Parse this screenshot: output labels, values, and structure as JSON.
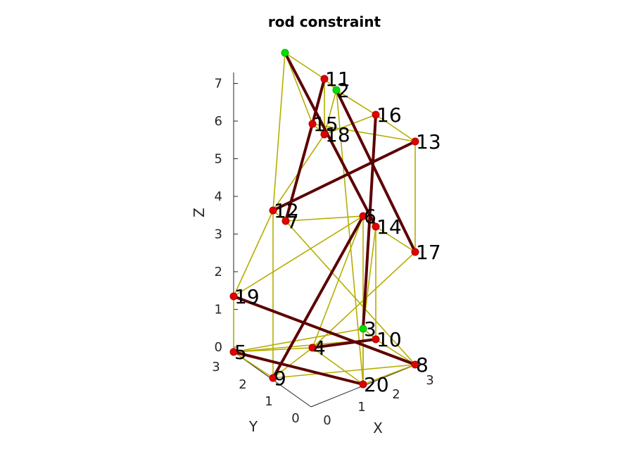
{
  "chart_data": {
    "type": "3d-network",
    "title": "rod constraint",
    "xlabel": "X",
    "ylabel": "Y",
    "zlabel": "Z",
    "x_ticks": [
      "0",
      "1",
      "2",
      "3"
    ],
    "y_ticks": [
      "0",
      "1",
      "2",
      "3"
    ],
    "z_ticks": [
      "0",
      "1",
      "2",
      "3",
      "4",
      "5",
      "6",
      "7"
    ],
    "colors": {
      "string": "#b5ae00",
      "rod": "#5c0000",
      "fixed_node": "#00e000",
      "free_node": "#e00000"
    },
    "nodes": [
      {
        "id": "1",
        "label": "",
        "fixed": true
      },
      {
        "id": "2",
        "label": "2",
        "fixed": true
      },
      {
        "id": "3",
        "label": "3",
        "fixed": true
      },
      {
        "id": "4",
        "label": "4",
        "fixed": false
      },
      {
        "id": "5",
        "label": "5",
        "fixed": false
      },
      {
        "id": "6",
        "label": "6",
        "fixed": false
      },
      {
        "id": "7",
        "label": "7",
        "fixed": false
      },
      {
        "id": "8",
        "label": "8",
        "fixed": false
      },
      {
        "id": "9",
        "label": "9",
        "fixed": false
      },
      {
        "id": "10",
        "label": "10",
        "fixed": false
      },
      {
        "id": "11",
        "label": "11",
        "fixed": false
      },
      {
        "id": "12",
        "label": "12",
        "fixed": false
      },
      {
        "id": "13",
        "label": "13",
        "fixed": false
      },
      {
        "id": "14",
        "label": "14",
        "fixed": false
      },
      {
        "id": "15",
        "label": "15",
        "fixed": false
      },
      {
        "id": "16",
        "label": "16",
        "fixed": false
      },
      {
        "id": "17",
        "label": "17",
        "fixed": false
      },
      {
        "id": "18",
        "label": "18",
        "fixed": false
      },
      {
        "id": "19",
        "label": "19",
        "fixed": false
      },
      {
        "id": "20",
        "label": "20",
        "fixed": false
      }
    ],
    "rods": [
      [
        "1",
        "14"
      ],
      [
        "2",
        "17"
      ],
      [
        "11",
        "15"
      ],
      [
        "15",
        "7"
      ],
      [
        "12",
        "13"
      ],
      [
        "16",
        "3"
      ],
      [
        "6",
        "9"
      ],
      [
        "19",
        "8"
      ],
      [
        "5",
        "20"
      ],
      [
        "4",
        "10"
      ]
    ],
    "strings": [
      [
        "1",
        "11"
      ],
      [
        "1",
        "12"
      ],
      [
        "1",
        "15"
      ],
      [
        "11",
        "2"
      ],
      [
        "11",
        "18"
      ],
      [
        "2",
        "16"
      ],
      [
        "2",
        "20"
      ],
      [
        "2",
        "18"
      ],
      [
        "15",
        "13"
      ],
      [
        "15",
        "18"
      ],
      [
        "18",
        "16"
      ],
      [
        "16",
        "13"
      ],
      [
        "13",
        "17"
      ],
      [
        "12",
        "7"
      ],
      [
        "12",
        "19"
      ],
      [
        "12",
        "9"
      ],
      [
        "7",
        "6"
      ],
      [
        "7",
        "8"
      ],
      [
        "6",
        "14"
      ],
      [
        "6",
        "19"
      ],
      [
        "6",
        "20"
      ],
      [
        "6",
        "4"
      ],
      [
        "14",
        "17"
      ],
      [
        "14",
        "3"
      ],
      [
        "14",
        "10"
      ],
      [
        "17",
        "4"
      ],
      [
        "19",
        "5"
      ],
      [
        "5",
        "3"
      ],
      [
        "5",
        "4"
      ],
      [
        "5",
        "10"
      ],
      [
        "4",
        "20"
      ],
      [
        "4",
        "9"
      ],
      [
        "3",
        "10"
      ],
      [
        "10",
        "8"
      ],
      [
        "8",
        "20"
      ],
      [
        "8",
        "9"
      ],
      [
        "20",
        "3"
      ],
      [
        "9",
        "5"
      ],
      [
        "18",
        "12"
      ]
    ]
  }
}
